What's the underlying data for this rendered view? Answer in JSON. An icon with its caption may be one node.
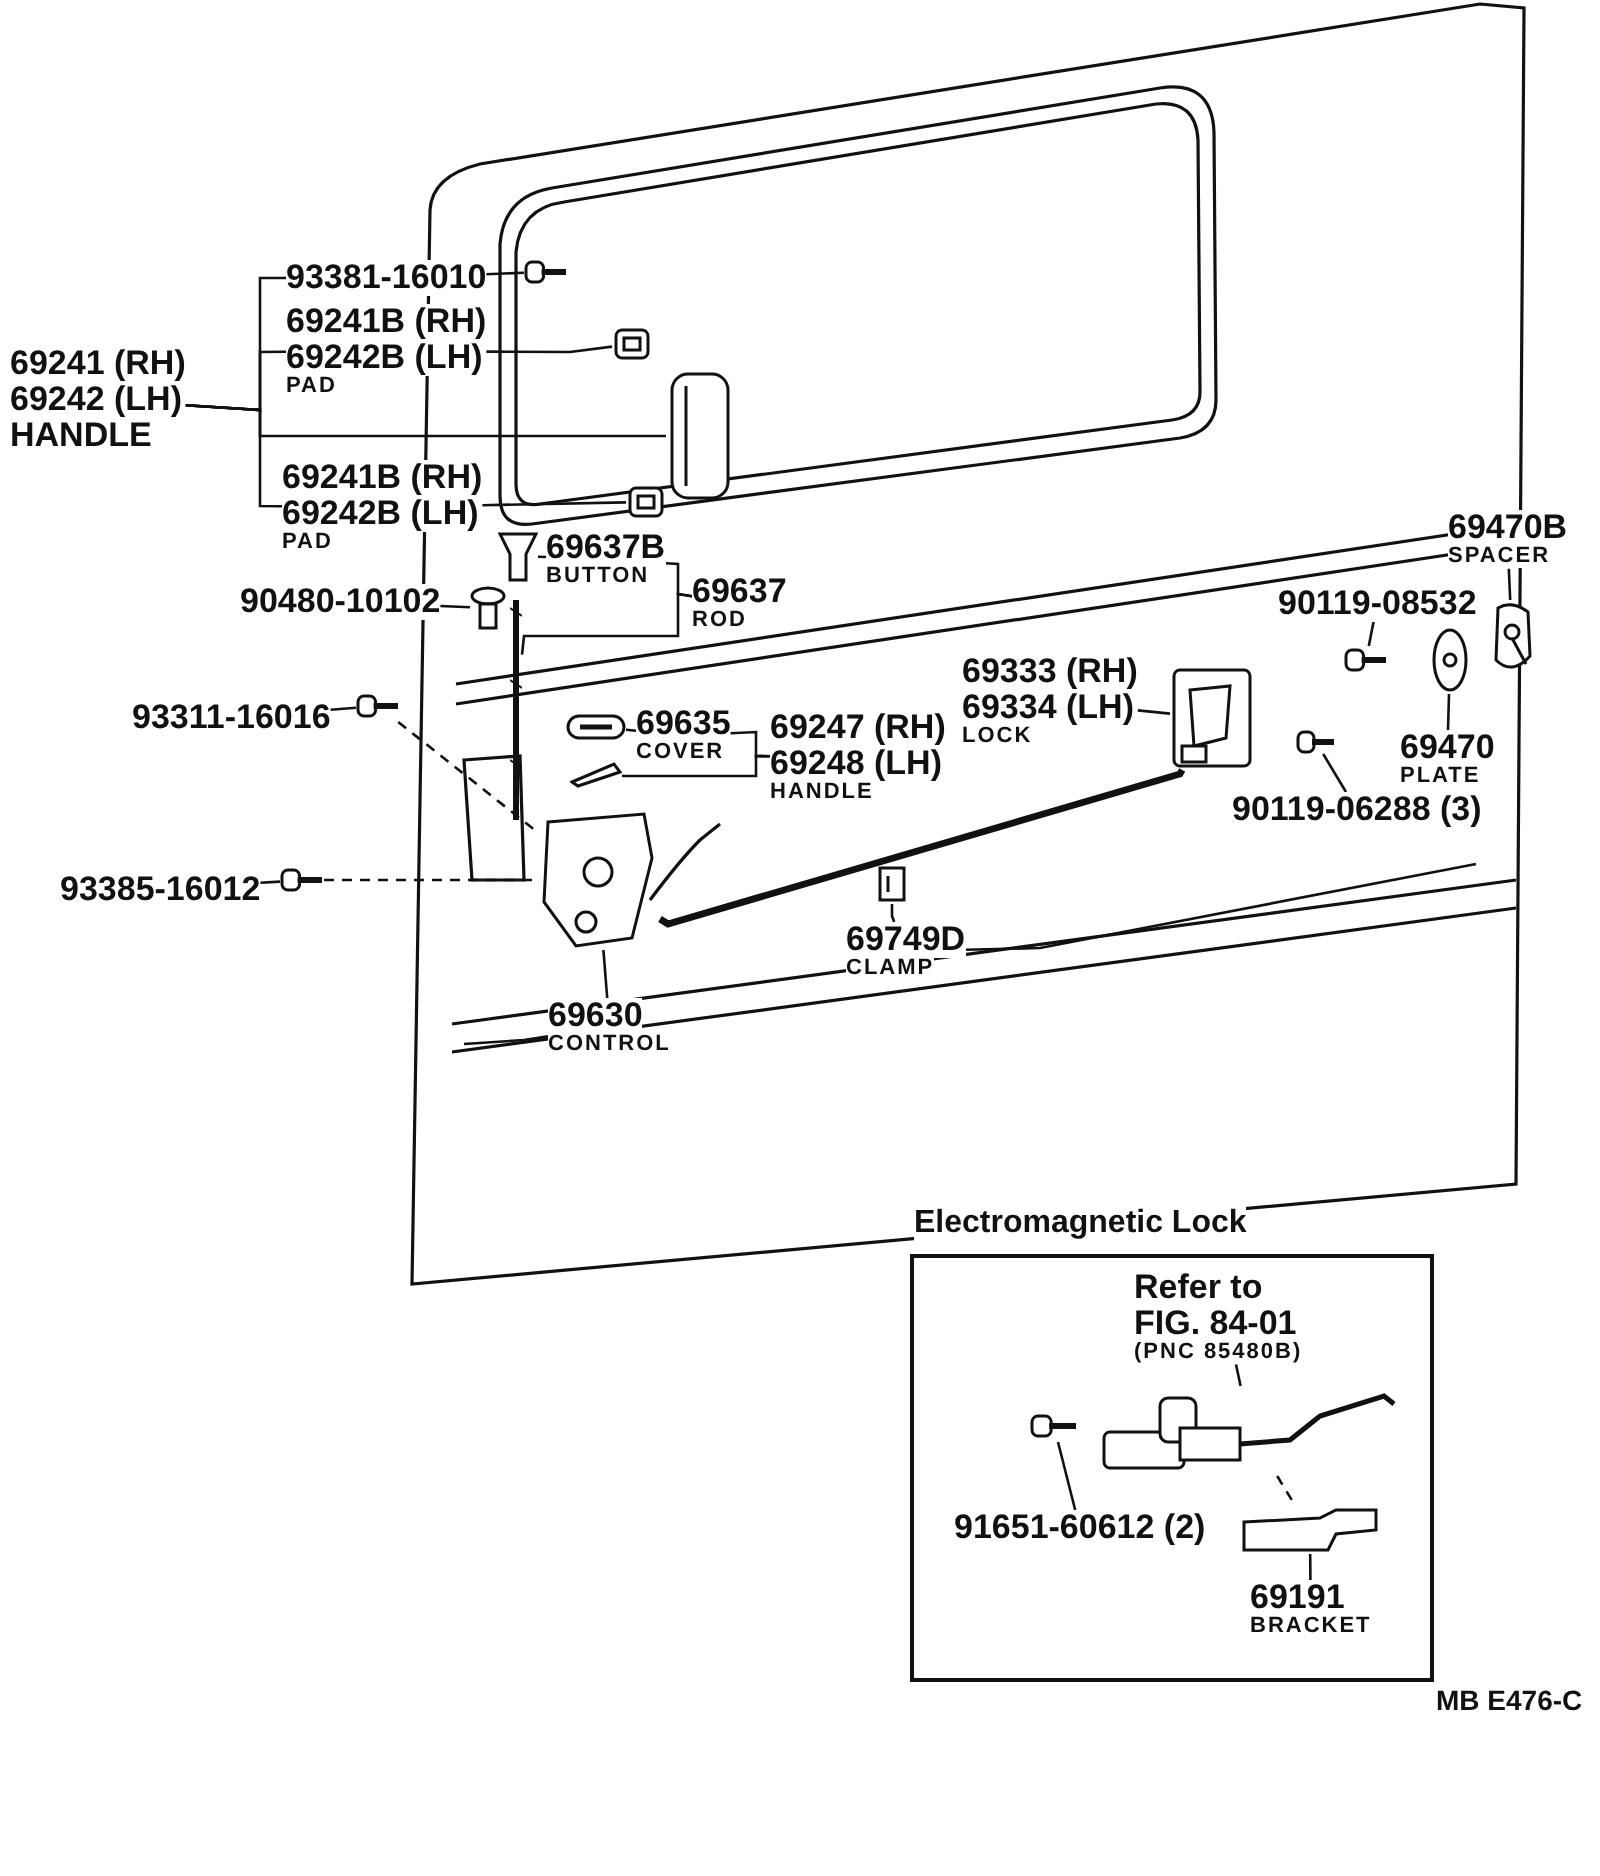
{
  "diagram": {
    "nodes": [
      {
        "text": [
          "93381-16010"
        ]
      },
      {
        "text": [
          "69241 (RH)",
          "69242 (LH)",
          "HANDLE"
        ]
      },
      {
        "text": [
          "69241B (RH)",
          "69242B (LH)",
          "PAD"
        ]
      },
      {
        "text": [
          "69241B (RH)",
          "69242B (LH)",
          "PAD"
        ]
      },
      {
        "text": [
          "69637B",
          "BUTTON"
        ]
      },
      {
        "text": [
          "90480-10102"
        ]
      },
      {
        "text": [
          "69637",
          "ROD"
        ]
      },
      {
        "text": [
          "93311-16016"
        ]
      },
      {
        "text": [
          "69635",
          "COVER"
        ]
      },
      {
        "text": [
          "69247 (RH)",
          "69248 (LH)",
          "HANDLE"
        ]
      },
      {
        "text": [
          "93385-16012"
        ]
      },
      {
        "text": [
          "69630",
          "CONTROL"
        ]
      },
      {
        "text": [
          "69749D",
          "CLAMP"
        ]
      },
      {
        "text": [
          "69333 (RH)",
          "69334 (LH)",
          "LOCK"
        ]
      },
      {
        "text": [
          "90119-08532"
        ]
      },
      {
        "text": [
          "69470B",
          "SPACER"
        ]
      },
      {
        "text": [
          "69470",
          "PLATE"
        ]
      },
      {
        "text": [
          "90119-06288 (3)"
        ]
      },
      {
        "text": [
          "Electromagnetic Lock"
        ]
      },
      {
        "text": [
          "Refer to FIG. 84-01",
          "(PNC 85480B)"
        ],
        "in": 18
      },
      {
        "text": [
          "91651-60612 (2)"
        ],
        "in": 18
      },
      {
        "text": [
          "69191",
          "BRACKET"
        ],
        "in": 18
      },
      {
        "text": [],
        "shape": "picture"
      },
      {
        "text": [],
        "shape": "picture"
      },
      {
        "text": [],
        "shape": "picture"
      },
      {
        "text": [],
        "shape": "picture"
      },
      {
        "text": [],
        "shape": "picture"
      },
      {
        "text": [],
        "shape": "picture"
      },
      {
        "text": [],
        "shape": "picture"
      },
      {
        "text": [],
        "shape": "picture"
      },
      {
        "text": [],
        "shape": "picture"
      },
      {
        "text": [],
        "shape": "picture"
      },
      {
        "text": [],
        "shape": "picture"
      },
      {
        "text": [],
        "shape": "picture"
      },
      {
        "text": [],
        "shape": "picture"
      },
      {
        "text": [],
        "shape": "picture"
      },
      {
        "text": [],
        "shape": "picture"
      },
      {
        "text": [],
        "shape": "picture"
      },
      {
        "text": [],
        "shape": "picture"
      },
      {
        "text": [],
        "shape": "picture"
      },
      {
        "text": [],
        "shape": "picture",
        "in": 18
      },
      {
        "text": [],
        "shape": "picture",
        "in": 18
      },
      {
        "text": [],
        "shape": "picture",
        "in": 18
      }
    ],
    "edges": [
      {
        "from": 0,
        "to": 22,
        "arrow": "none"
      },
      {
        "from": 2,
        "to": 23,
        "arrow": "none"
      },
      {
        "from": 1,
        "to": 24,
        "arrow": "none"
      },
      {
        "from": 1,
        "to": 0,
        "arrow": "none"
      },
      {
        "from": 1,
        "to": 2,
        "arrow": "none"
      },
      {
        "from": 1,
        "to": 3,
        "arrow": "none"
      },
      {
        "from": 3,
        "to": 25,
        "arrow": "none"
      },
      {
        "from": 4,
        "to": 26,
        "arrow": "none"
      },
      {
        "from": 5,
        "to": 27,
        "arrow": "none"
      },
      {
        "from": 6,
        "to": 4,
        "arrow": "none"
      },
      {
        "from": 6,
        "to": 28,
        "arrow": "none"
      },
      {
        "from": 7,
        "to": 29,
        "arrow": "none"
      },
      {
        "from": 8,
        "to": 31,
        "arrow": "none"
      },
      {
        "from": 9,
        "to": 8,
        "arrow": "none"
      },
      {
        "from": 9,
        "to": 32,
        "arrow": "none"
      },
      {
        "from": 10,
        "to": 30,
        "arrow": "none"
      },
      {
        "from": 11,
        "to": 33,
        "arrow": "none"
      },
      {
        "from": 12,
        "to": 34,
        "arrow": "none"
      },
      {
        "from": 13,
        "to": 35,
        "arrow": "none"
      },
      {
        "from": 14,
        "to": 36,
        "arrow": "none"
      },
      {
        "from": 15,
        "to": 38,
        "arrow": "none"
      },
      {
        "from": 16,
        "to": 37,
        "arrow": "none"
      },
      {
        "from": 17,
        "to": 39,
        "arrow": "none"
      },
      {
        "from": 19,
        "to": 41,
        "arrow": "none"
      },
      {
        "from": 20,
        "to": 40,
        "arrow": "none"
      },
      {
        "from": 21,
        "to": 42,
        "arrow": "none"
      },
      {
        "from": 29,
        "to": 33,
        "arrow": "none",
        "style": "dashed"
      },
      {
        "from": 30,
        "to": 33,
        "arrow": "none",
        "style": "dashed"
      },
      {
        "from": 41,
        "to": 42,
        "arrow": "none",
        "style": "dashed"
      },
      {
        "from": 12,
        "to": null,
        "arrow": "none"
      },
      {
        "from": 11,
        "to": null,
        "arrow": "none"
      },
      {
        "from": 33,
        "to": 35,
        "arrow": "none",
        "style": "thick"
      }
    ],
    "labels": [
      "MB E476-C"
    ]
  }
}
